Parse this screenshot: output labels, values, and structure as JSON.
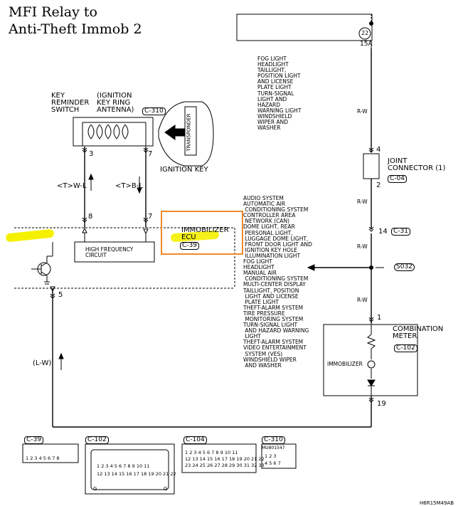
{
  "title": {
    "line1": "MFI Relay to",
    "line2": "Anti-Theft Immob 2"
  },
  "fuse": {
    "number": "22",
    "rating": "15A"
  },
  "key_reminder": {
    "label": "KEY\nREMINDER\nSWITCH",
    "antenna_label": "(IGNITION\nKEY RING\nANTENNA)",
    "connector": "C-310",
    "pin_left": "3",
    "pin_right": "7"
  },
  "ignition_key": {
    "label": "IGNITION KEY",
    "transponder": "TRANSPONDER"
  },
  "wires": {
    "left_wire": "<T>W-L",
    "right_wire": "<T>B-L",
    "rw": "R-W",
    "lw": "(L-W)"
  },
  "fog_light_list": "FOG LIGHT\nHEADLIGHT\nTAILLIGHT,\nPOSITION LIGHT\nAND LICENSE\nPLATE LIGHT\nTURN-SIGNAL\nLIGHT AND\nHAZARD\nWARNING LIGHT\nWINDSHIELD\nWIPER AND\nWASHER",
  "joint_connector": {
    "label": "JOINT\nCONNECTOR (1)",
    "connector": "C-04",
    "pin_top": "4",
    "pin_bottom": "2"
  },
  "c31": {
    "pin": "14",
    "connector": "C-31"
  },
  "splice": "S032",
  "audio_list": "AUDIO SYSTEM\nAUTOMATIC AIR\n CONDITIONING SYSTEM\nCONTROLLER AREA\n NETWORK (CAN)\nDOME LIGHT, REAR\n PERSONAL LIGHT,\n LUGGAGE DOME LIGHT,\n FRONT DOOR LIGHT AND\n IGNITION KEY HOLE\n ILLUMINATION LIGHT\nFOG LIGHT\nHEADLIGHT\nMANUAL AIR\n CONDITIONING SYSTEM\nMULTI-CENTER DISPLAY\nTAILLIGHT, POSITION\n LIGHT AND LICENSE\n PLATE LIGHT\nTHEFT-ALARM SYSTEM\nTIRE PRESSURE\n MONITORING SYSTEM\nTURN-SIGNAL LIGHT\n AND HAZARD WARNING\n LIGHT\nTHEFT-ALARM SYSTEM\nVIDEO ENTERTAINMENT\n SYSTEM (VES)\nWINDSHIELD WIPER\n AND WASHER",
  "ecu": {
    "label": "IMMOBILIZER\nECU",
    "connector": "C-39",
    "pin_left": "8",
    "pin_right": "7",
    "pin_ground": "5",
    "circuit": "HIGH FREQUENCY\nCIRCUIT"
  },
  "meter": {
    "label": "COMBINATION\nMETER",
    "connector": "C-102",
    "immobilizer": "IMMOBILIZER",
    "pin_top": "1",
    "pin_bottom": "19"
  },
  "connector_views": {
    "c39": "C-39",
    "c39_pins": "1 2 3 4 5 6 7 8",
    "c102": "C-102",
    "c102_row1": "1 2 3 4 5 6 7 8 9 10 11",
    "c102_row2": "12 13 14 15 16 17 18 19 20 21 22",
    "c102_mark": "G",
    "c104": "C-104",
    "c104_row1": "1 2 3 4 5 6 7 8 9 10 11",
    "c104_row2": "12 13 14 15 16 17 18 19 20 21 22",
    "c104_row3": "23 24 25 26 27 28 29 30 31 32 33",
    "c310": "C-310",
    "c310_code": "MU801547",
    "c310_row1": "1 2 3",
    "c310_row2": "4 5 6 7"
  },
  "figure_code": "H6R15M49AB",
  "colors": {
    "highlight_box": "#f0892b",
    "highlighter": "#f5f000"
  }
}
